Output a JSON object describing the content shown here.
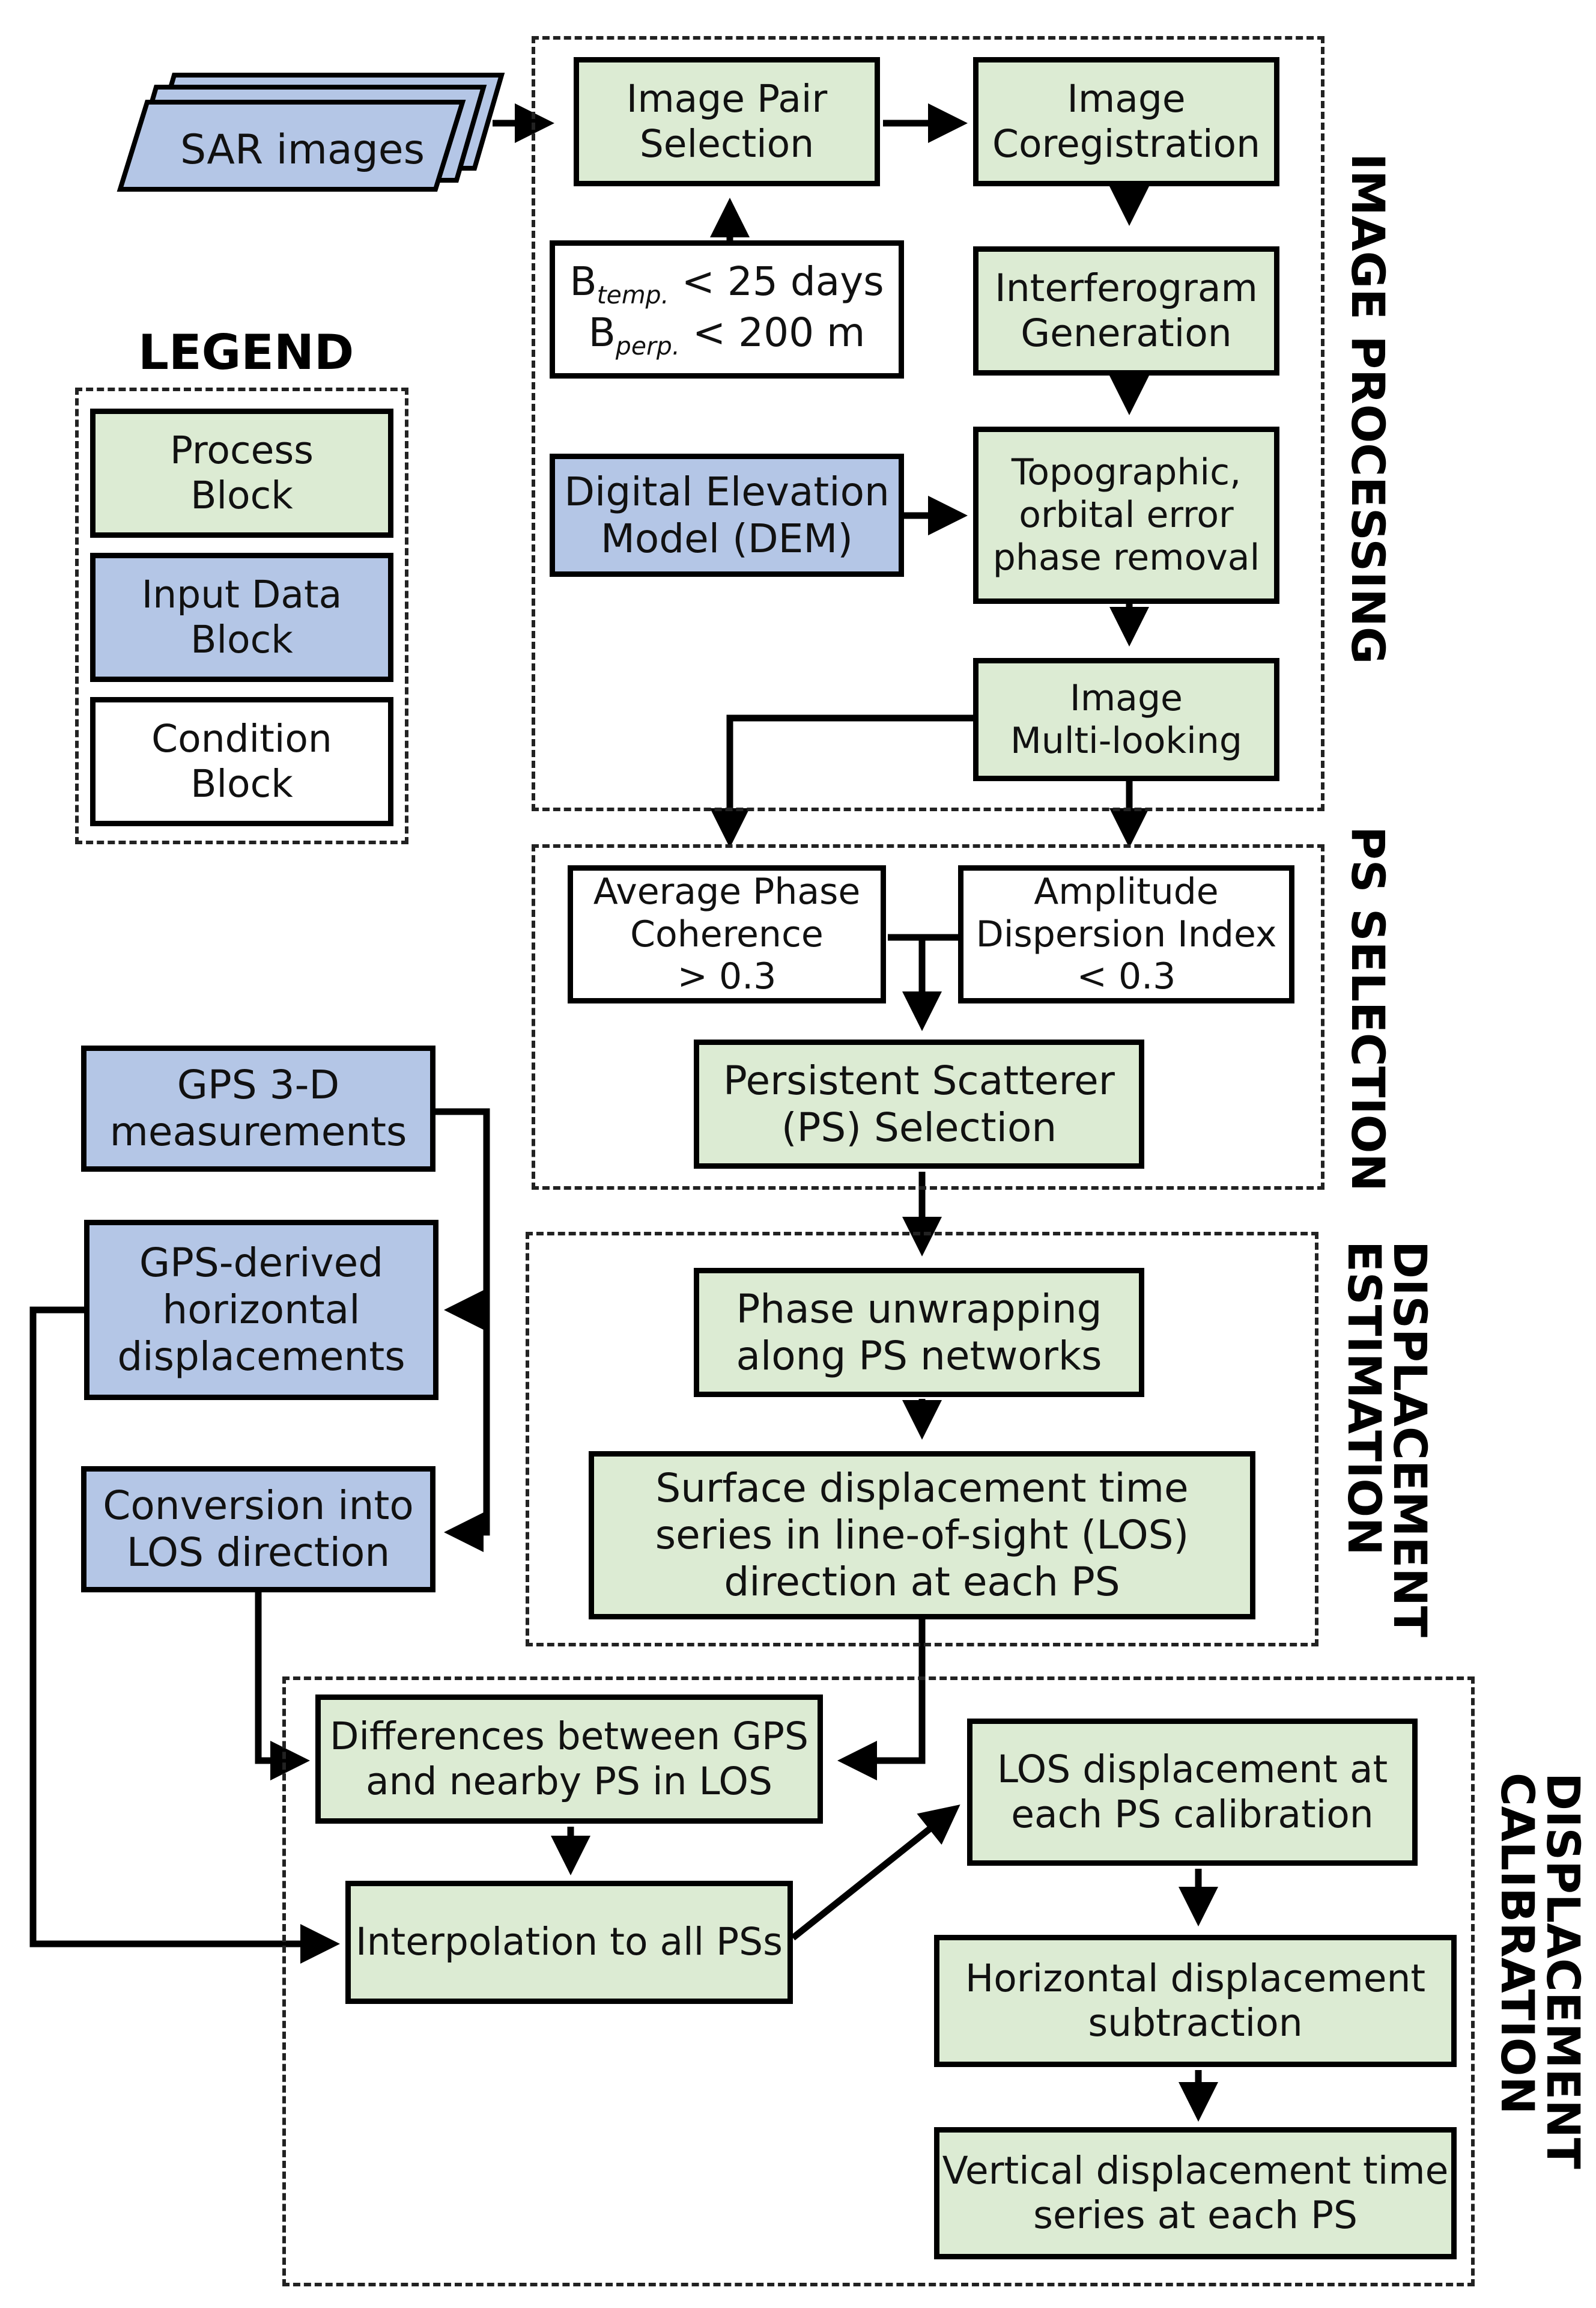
{
  "sections": {
    "image_processing": "IMAGE PROCESSING",
    "ps_selection": "PS SELECTION",
    "displacement_estimation": "DISPLACEMENT\nESTIMATION",
    "displacement_calibration": "DISPLACEMENT\nCALIBRATION"
  },
  "legend": {
    "title": "LEGEND",
    "process": "Process\nBlock",
    "input": "Input Data\nBlock",
    "condition": "Condition\nBlock"
  },
  "nodes": {
    "sar_images": "SAR images",
    "image_pair_selection": "Image Pair\nSelection",
    "image_coregistration": "Image\nCoregistration",
    "baseline_condition": {
      "temp_var": "B",
      "temp_sub": "temp.",
      "temp_rest": " < 25 days",
      "perp_var": "B",
      "perp_sub": "perp.",
      "perp_rest": " < 200 m"
    },
    "interferogram_generation": "Interferogram\nGeneration",
    "dem": "Digital Elevation\nModel (DEM)",
    "topo_removal": "Topographic,\norbital error\nphase removal",
    "multilooking": "Image\nMulti-looking",
    "avg_phase_coherence": "Average Phase\nCoherence\n> 0.3",
    "amplitude_dispersion": "Amplitude\nDispersion Index\n< 0.3",
    "ps_selection_block": "Persistent Scatterer\n(PS) Selection",
    "gps_3d": "GPS 3-D\nmeasurements",
    "gps_horizontal": "GPS-derived\nhorizontal\ndisplacements",
    "conversion_los": "Conversion into\nLOS direction",
    "phase_unwrapping": "Phase unwrapping\nalong PS networks",
    "surface_displacement": "Surface displacement time\nseries in line-of-sight (LOS)\ndirection at each PS",
    "differences_gps_ps": "Differences between GPS\nand nearby PS in LOS",
    "interpolation": "Interpolation to all PSs",
    "los_calibration": "LOS displacement at\neach PS calibration",
    "horizontal_subtraction": "Horizontal displacement\nsubtraction",
    "vertical_displacement": "Vertical displacement time\nseries at each PS"
  },
  "colors": {
    "process": "#dcebd3",
    "input": "#b4c6e6",
    "condition": "#ffffff"
  }
}
